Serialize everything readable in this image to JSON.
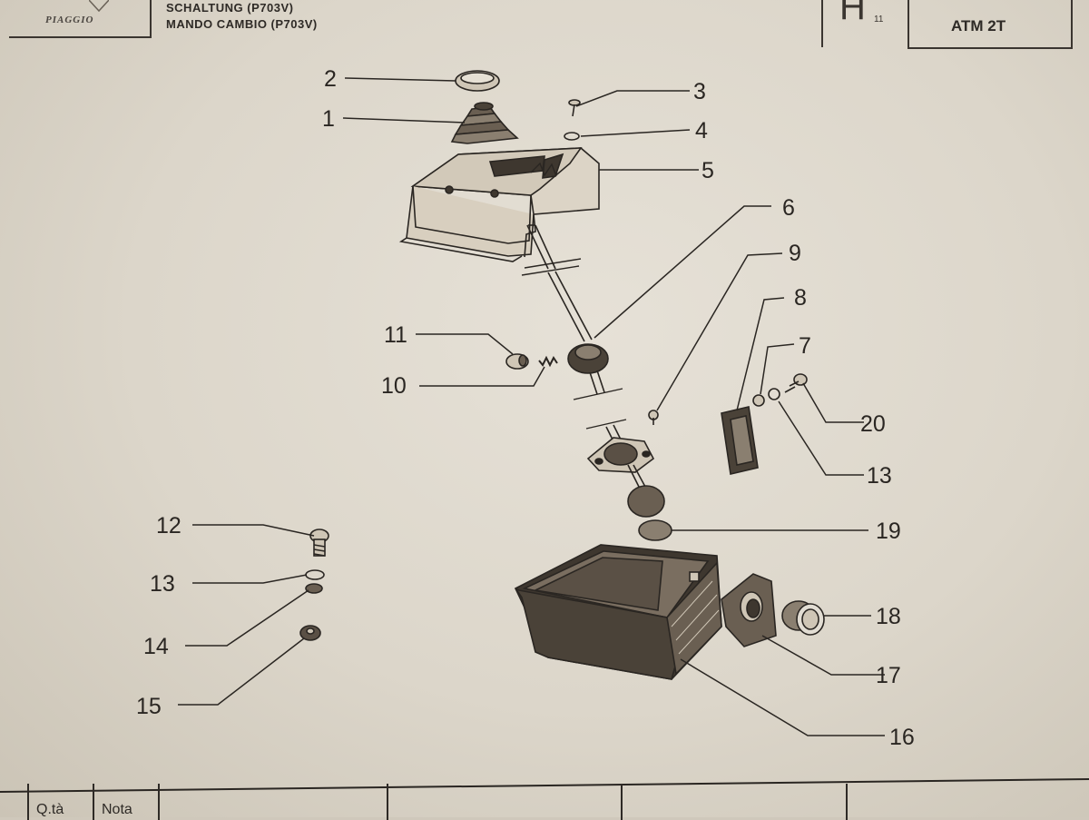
{
  "header": {
    "brand": "PIAGGIO",
    "subtitle_1": "SCHALTUNG (P703V)",
    "subtitle_2": "MANDO CAMBIO (P703V)",
    "page_letter": "H",
    "page_sub": "11",
    "model": "ATM 2T"
  },
  "callouts": {
    "n1": "1",
    "n2": "2",
    "n3": "3",
    "n4": "4",
    "n5": "5",
    "n6": "6",
    "n7": "7",
    "n8": "8",
    "n9": "9",
    "n10": "10",
    "n11": "11",
    "n12": "12",
    "n13a": "13",
    "n13b": "13",
    "n14": "14",
    "n15": "15",
    "n16": "16",
    "n17": "17",
    "n18": "18",
    "n19": "19",
    "n20": "20"
  },
  "footer": {
    "col_qty": "Q.tà",
    "col_note": "Nota"
  },
  "colors": {
    "ink": "#2a2622",
    "paper": "#e2ddd3",
    "shade": "#6a5f52"
  }
}
